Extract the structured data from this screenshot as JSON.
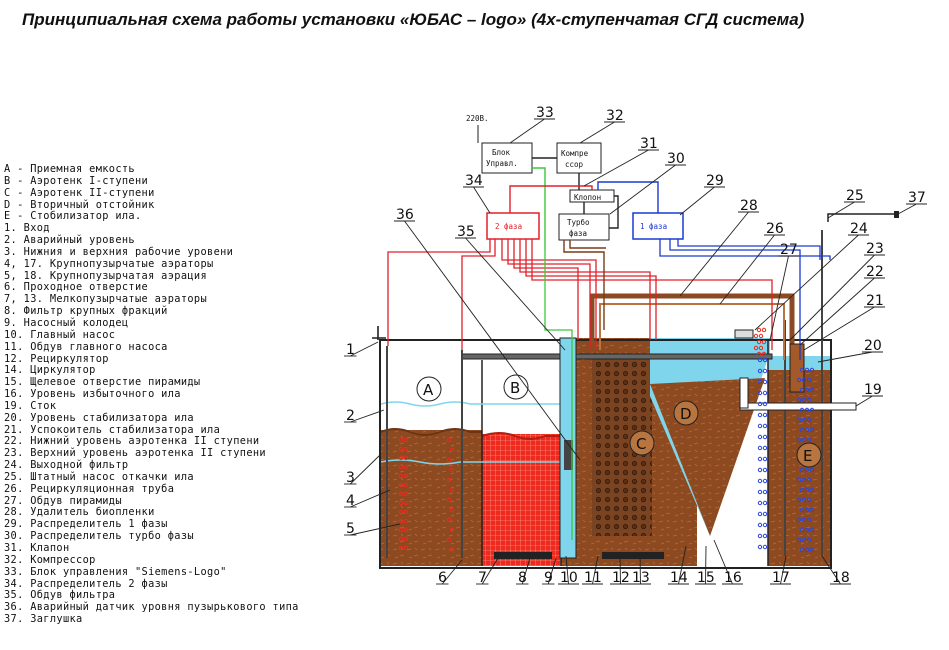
{
  "title": "Принципиальная схема работы установки «ЮБАС – logo» (4х-ступенчатая СГД система)",
  "legend": [
    "A - Приемная емкость",
    "B - Аэротенк I-ступени",
    "C - Аэротенк II-ступени",
    "D - Вторичный отстойник",
    "E - Стобилизатор ила.",
    "1. Вход",
    "2. Аварийный  уровень",
    "3. Нижния и верхния рабочие уровени",
    "4, 17. Крупнопузырчатые аэраторы",
    "5, 18. Крупнопузырчатая аэрация",
    "6. Проходное отверстие",
    "7, 13. Мелкопузырчатые аэраторы",
    "8. Фильтр крупных фракций",
    "9. Насосный колодец",
    "10. Главный насос",
    "11. Обдув главного насоса",
    "12. Рециркулятор",
    "14. Циркулятор",
    "15. Щелевое отверстие пирамиды",
    "16. Уровень избыточного ила",
    "19. Сток",
    "20. Уровень стабилизатора ила",
    "21. Успокоитель стабилизатора ила",
    "22. Нижний уровень аэротенка II ступени",
    "23. Верхний уровень аэротенка II ступени",
    "24. Выходной фильтр",
    "25. Штатный насос откачки ила",
    "26. Рециркуляционная труба",
    "27. Обдув пирамиды",
    "28. Удалитель биопленки",
    "29. Распределитель 1 фазы",
    "30. Распределитель турбо фазы",
    "31. Клапон",
    "32. Компрессор",
    "33. Блок управления \"Siemens-Logo\"",
    "34. Распределитель 2 фазы",
    "35. Обдув фильтра",
    "36. Аварийный датчик уровня пузырькового типа",
    "37. Заглушка"
  ],
  "zones": [
    "A",
    "B",
    "C",
    "D",
    "E"
  ],
  "boxes": {
    "control_line1": "Блок",
    "control_line2": "Управл.",
    "compressor_line1": "Компре",
    "compressor_line2": "ссор",
    "valve": "Клопон",
    "phase2": "2 фаза",
    "turbo_line1": "Турбо",
    "turbo_line2": "фаза",
    "phase1": "1 фаза",
    "voltage": "220В."
  },
  "callouts": [
    "1",
    "2",
    "3",
    "4",
    "5",
    "6",
    "7",
    "8",
    "9",
    "10",
    "11",
    "12",
    "13",
    "14",
    "15",
    "16",
    "17",
    "18",
    "19",
    "20",
    "21",
    "22",
    "23",
    "24",
    "25",
    "26",
    "27",
    "28",
    "29",
    "30",
    "31",
    "32",
    "33",
    "34",
    "35",
    "36",
    "37"
  ],
  "colors": {
    "sludge": "#8b4a22",
    "activated": "#ee2a1e",
    "water": "#7fd6ec",
    "phase2_pipe": "#e0202a",
    "phase1_pipe": "#1a3ad0",
    "compressor_pipe": "#3ac83a",
    "bubbles_blue": "#2a46e0"
  }
}
